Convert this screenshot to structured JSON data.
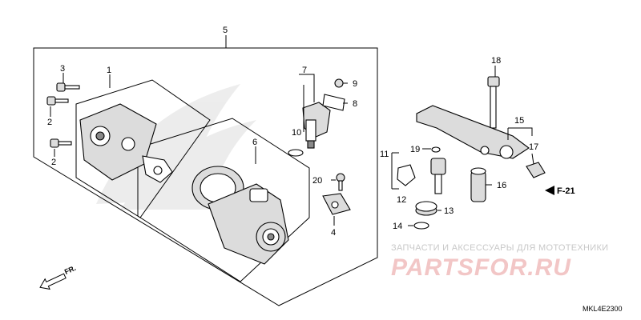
{
  "diagram": {
    "labels": {
      "p1": "1",
      "p2a": "2",
      "p2b": "2",
      "p3": "3",
      "p4": "4",
      "p5": "5",
      "p6": "6",
      "p7": "7",
      "p8": "8",
      "p9": "9",
      "p10": "10",
      "p11": "11",
      "p12": "12",
      "p13": "13",
      "p14": "14",
      "p15": "15",
      "p16": "16",
      "p17": "17",
      "p18": "18",
      "p19": "19",
      "p20": "20"
    },
    "ref": "F-21",
    "direction": "FR.",
    "drawing_code": "MKL4E2300"
  },
  "watermark": {
    "subtitle": "ЗАПЧАСТИ И АКСЕССУАРЫ ДЛЯ МОТОТЕХНИКИ",
    "brand": "PARTSFOR.RU"
  }
}
